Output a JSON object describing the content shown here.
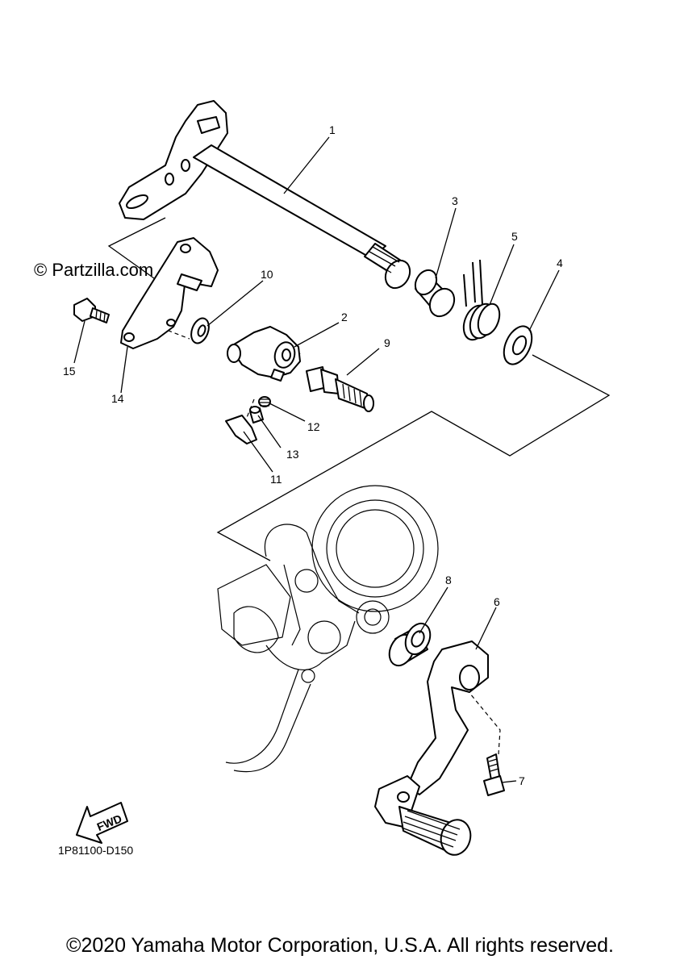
{
  "watermark": "© Partzilla.com",
  "diagram_code": "1P81100-D150",
  "direction_label": "FWD",
  "copyright": "©2020 Yamaha Motor Corporation, U.S.A. All rights reserved.",
  "callouts": [
    "1",
    "2",
    "3",
    "4",
    "5",
    "6",
    "7",
    "8",
    "9",
    "10",
    "11",
    "12",
    "13",
    "14",
    "15"
  ]
}
